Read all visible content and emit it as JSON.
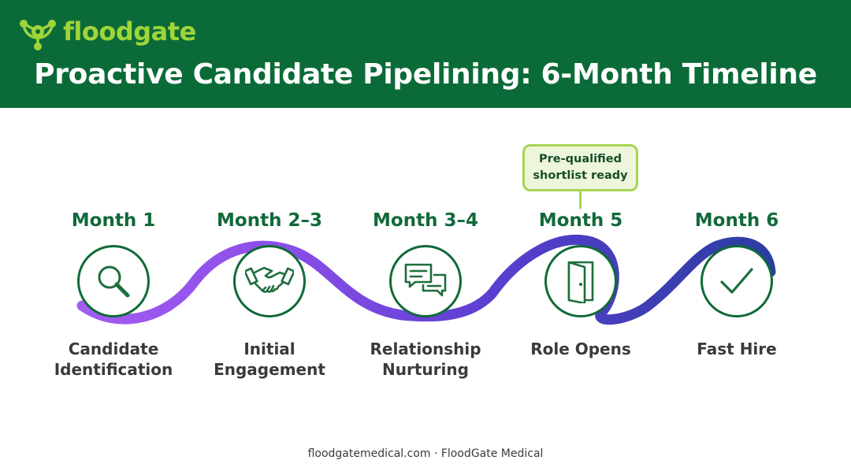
{
  "brand": {
    "logo_text": "floodgate",
    "header_color": "#0b6b38",
    "accent_color": "#9fd53a",
    "icon": "molecule-logo-icon"
  },
  "title": "Proactive Candidate Pipelining: 6-Month Timeline",
  "callout": {
    "line1": "Pre-qualified",
    "line2": "shortlist ready"
  },
  "steps": [
    {
      "month": "Month 1",
      "label_line1": "Candidate",
      "label_line2": "Identification",
      "icon": "magnifying-glass-icon"
    },
    {
      "month": "Month 2–3",
      "label_line1": "Initial",
      "label_line2": "Engagement",
      "icon": "handshake-icon"
    },
    {
      "month": "Month 3–4",
      "label_line1": "Relationship",
      "label_line2": "Nurturing",
      "icon": "chat-bubbles-icon"
    },
    {
      "month": "Month 5",
      "label_line1": "Role Opens",
      "label_line2": "",
      "icon": "open-door-icon"
    },
    {
      "month": "Month 6",
      "label_line1": "Fast Hire",
      "label_line2": "",
      "icon": "checkmark-icon"
    }
  ],
  "colors": {
    "wave_start": "#a25cf0",
    "wave_mid": "#6a40d8",
    "wave_end": "#2a3e9f",
    "circle_border": "#0f6a38",
    "month_text": "#11693a"
  },
  "footer": "floodgatemedical.com · FloodGate Medical"
}
